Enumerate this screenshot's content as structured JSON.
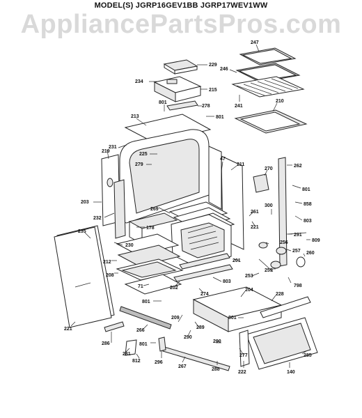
{
  "header": {
    "model_line": "MODEL(S) JGRP16GEV1BB JGRP17WEV1WW",
    "watermark": "AppliancePartsPros.com"
  },
  "diagram": {
    "part_labels": [
      "229",
      "234",
      "215",
      "247",
      "246",
      "241",
      "210",
      "801",
      "278",
      "213",
      "801",
      "231",
      "219",
      "225",
      "279",
      "47",
      "211",
      "262",
      "270",
      "801",
      "858",
      "300",
      "261",
      "803",
      "221",
      "203",
      "232",
      "269",
      "178",
      "235",
      "291",
      "809",
      "256",
      "257",
      "260",
      "230",
      "212",
      "201",
      "259",
      "253",
      "208",
      "803",
      "798",
      "71",
      "202",
      "274",
      "204",
      "228",
      "801",
      "209",
      "289",
      "801",
      "290",
      "266",
      "801",
      "285",
      "290",
      "277",
      "281",
      "286",
      "812",
      "296",
      "267",
      "288",
      "222",
      "140",
      "221"
    ]
  }
}
